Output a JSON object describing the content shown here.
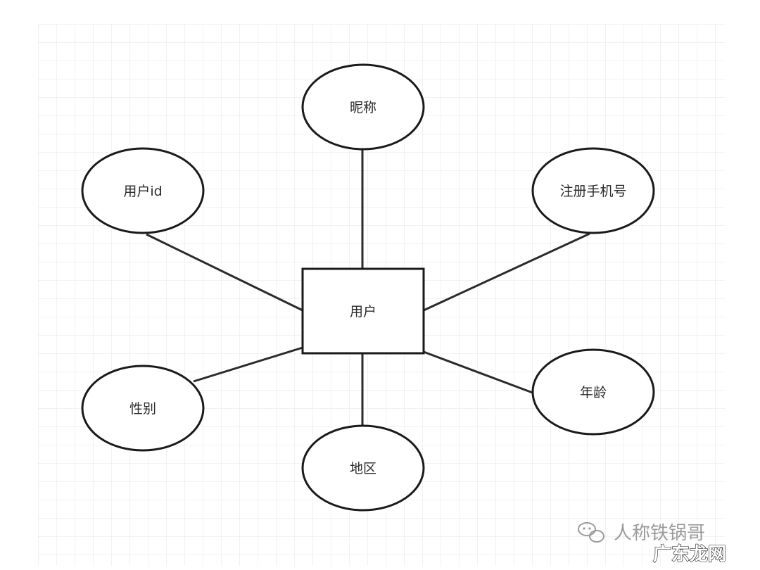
{
  "diagram": {
    "center": {
      "label": "用户"
    },
    "attributes": {
      "nickname": "昵称",
      "user_id": "用户id",
      "phone": "注册手机号",
      "gender": "性别",
      "age": "年龄",
      "region": "地区"
    }
  },
  "watermark": {
    "account": "人称铁锅哥",
    "site": "广东龙网"
  },
  "colors": {
    "grid": "#e6e6e6",
    "stroke": "#1a1a1a",
    "background": "#ffffff"
  }
}
